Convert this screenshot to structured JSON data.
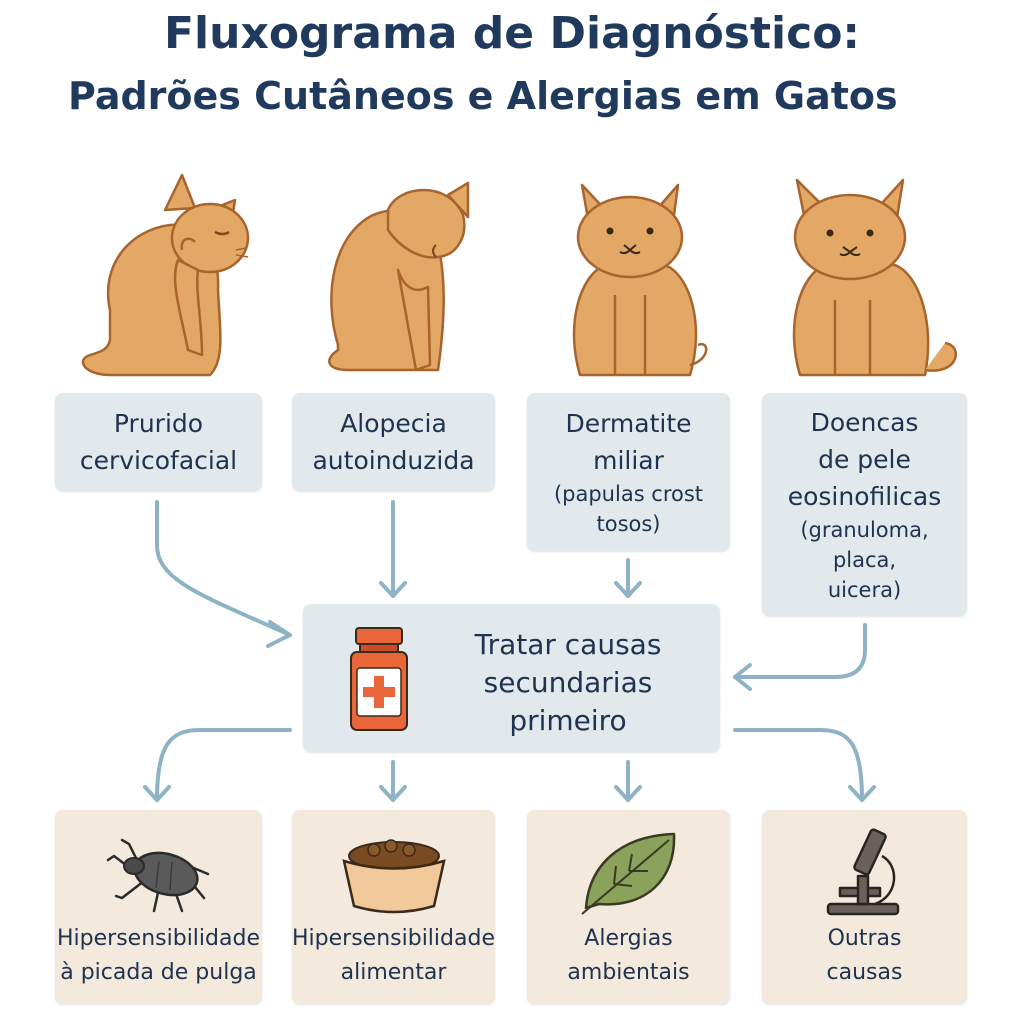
{
  "title": {
    "line1": "Fluxograma de Diagnóstico:",
    "line2": "Padrões Cutâneos e Alergias em Gatos"
  },
  "patterns": [
    {
      "main_lines": [
        "Prurido",
        "cervicofacial"
      ],
      "sub_lines": []
    },
    {
      "main_lines": [
        "Alopecia",
        "autoinduzida"
      ],
      "sub_lines": []
    },
    {
      "main_lines": [
        "Dermatite",
        "miliar"
      ],
      "sub_lines": [
        "(papulas crost",
        "tosos)"
      ]
    },
    {
      "main_lines": [
        "Doencas",
        "de pele",
        "eosinofilicas"
      ],
      "sub_lines": [
        "(granuloma,",
        "placa,",
        "uicera)"
      ]
    }
  ],
  "center": {
    "lines": [
      "Tratar causas",
      "secundarias",
      "primeiro"
    ],
    "icon": "medicine-bottle-icon"
  },
  "outcomes": [
    {
      "lines": [
        "Hipersensibilidade",
        "à picada de pulga"
      ],
      "icon": "flea-icon"
    },
    {
      "lines": [
        "Hipersensibilidade",
        "alimentar"
      ],
      "icon": "food-bowl-icon"
    },
    {
      "lines": [
        "Alergias",
        "ambientais"
      ],
      "icon": "leaf-icon"
    },
    {
      "lines": [
        "Outras",
        "causas"
      ],
      "icon": "microscope-icon"
    }
  ],
  "colors": {
    "title": "#1f3a5c",
    "box_blue": "#e1e9ec",
    "box_beige": "#f3e9dc",
    "arrow": "#8fb3c6",
    "cat": "#e3a865",
    "cat_outline": "#a8642c",
    "bottle": "#e8663a"
  }
}
